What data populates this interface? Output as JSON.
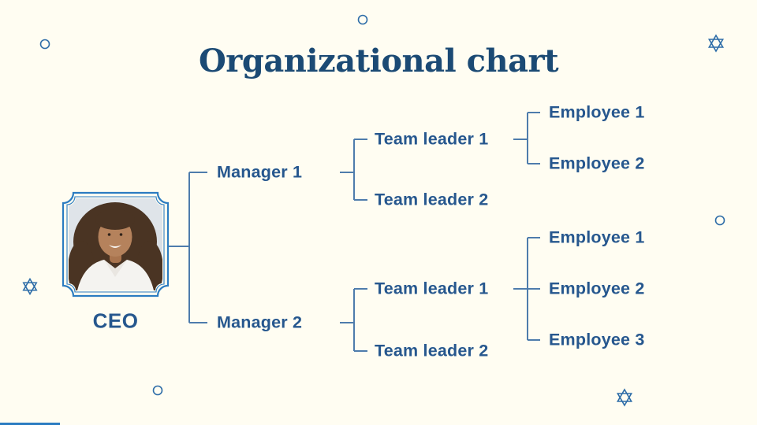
{
  "slide": {
    "title": "Organizational chart",
    "colors": {
      "background": "#FFFDF2",
      "title_text": "#1B4A74",
      "node_text": "#26578E",
      "connector_line": "#4E7CAC",
      "frame_accent": "#2B7CC1",
      "decoration": "#2E6DA8"
    }
  },
  "org_chart": {
    "ceo": {
      "label": "CEO"
    },
    "managers": [
      {
        "label": "Manager 1",
        "team_leaders": [
          {
            "label": "Team leader 1",
            "employees": [
              {
                "label": "Employee 1"
              },
              {
                "label": "Employee 2"
              }
            ]
          },
          {
            "label": "Team leader 2",
            "employees": []
          }
        ]
      },
      {
        "label": "Manager 2",
        "team_leaders": [
          {
            "label": "Team leader 1",
            "employees": [
              {
                "label": "Employee 1"
              },
              {
                "label": "Employee 2"
              },
              {
                "label": "Employee 3"
              }
            ]
          },
          {
            "label": "Team leader 2",
            "employees": []
          }
        ]
      }
    ]
  }
}
